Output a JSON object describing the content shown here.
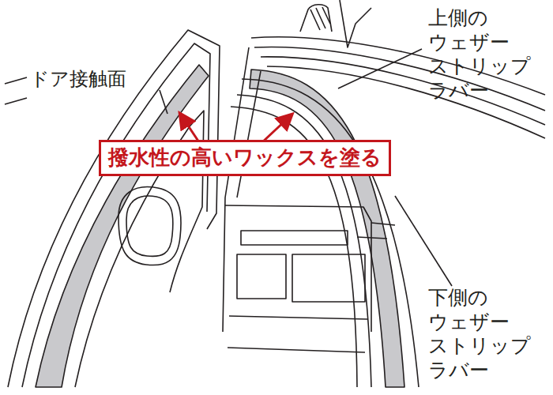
{
  "diagram": {
    "nodes": [
      {
        "text": [
          "撥水性の高いワックスを塗る"
        ]
      }
    ],
    "labels": [
      "ドア接触面",
      "上側の ウェザー ストリップ ラバー",
      "下側の ウェザー ストリップ ラバー"
    ]
  }
}
